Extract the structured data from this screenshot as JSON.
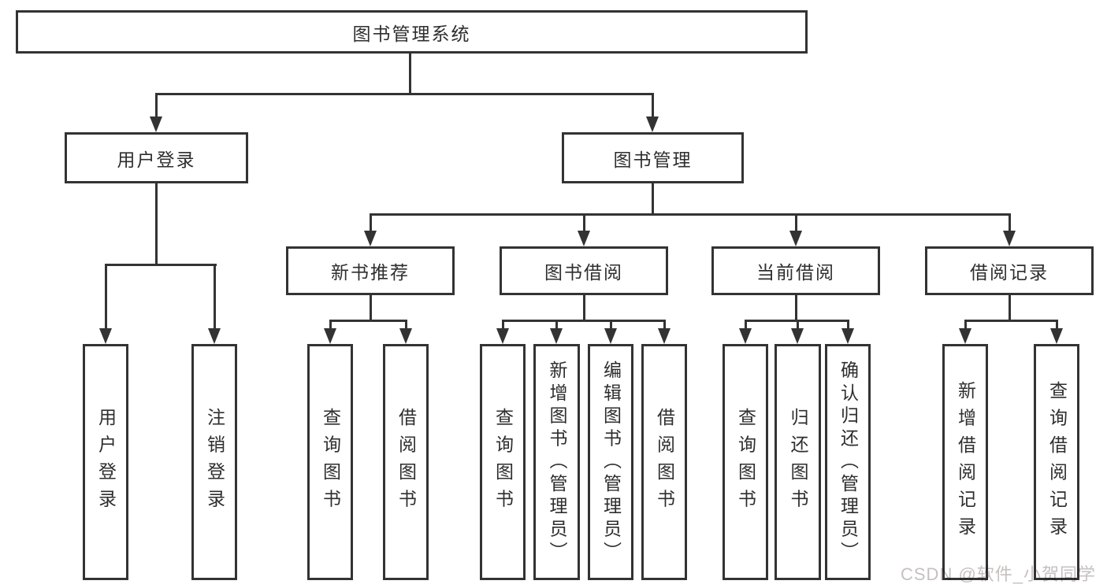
{
  "root": {
    "label": "图书管理系统"
  },
  "branches": {
    "user": {
      "label": "用户登录",
      "children": [
        "用户登录",
        "注销登录"
      ]
    },
    "books": {
      "label": "图书管理"
    }
  },
  "sections": [
    {
      "label": "新书推荐",
      "children": [
        "查询图书",
        "借阅图书"
      ]
    },
    {
      "label": "图书借阅",
      "children": [
        "查询图书",
        "新增图书（管理员）",
        "编辑图书（管理员）",
        "借阅图书"
      ]
    },
    {
      "label": "当前借阅",
      "children": [
        "查询图书",
        "归还图书",
        "确认归还（管理员）"
      ]
    },
    {
      "label": "借阅记录",
      "children": [
        "新增借阅记录",
        "查询借阅记录"
      ]
    }
  ],
  "watermark": "CSDN @软件_小贺同学",
  "colors": {
    "line": "#333333",
    "text": "#2e2e2e",
    "watermark": "#c7c0c0",
    "background": "#ffffff"
  }
}
